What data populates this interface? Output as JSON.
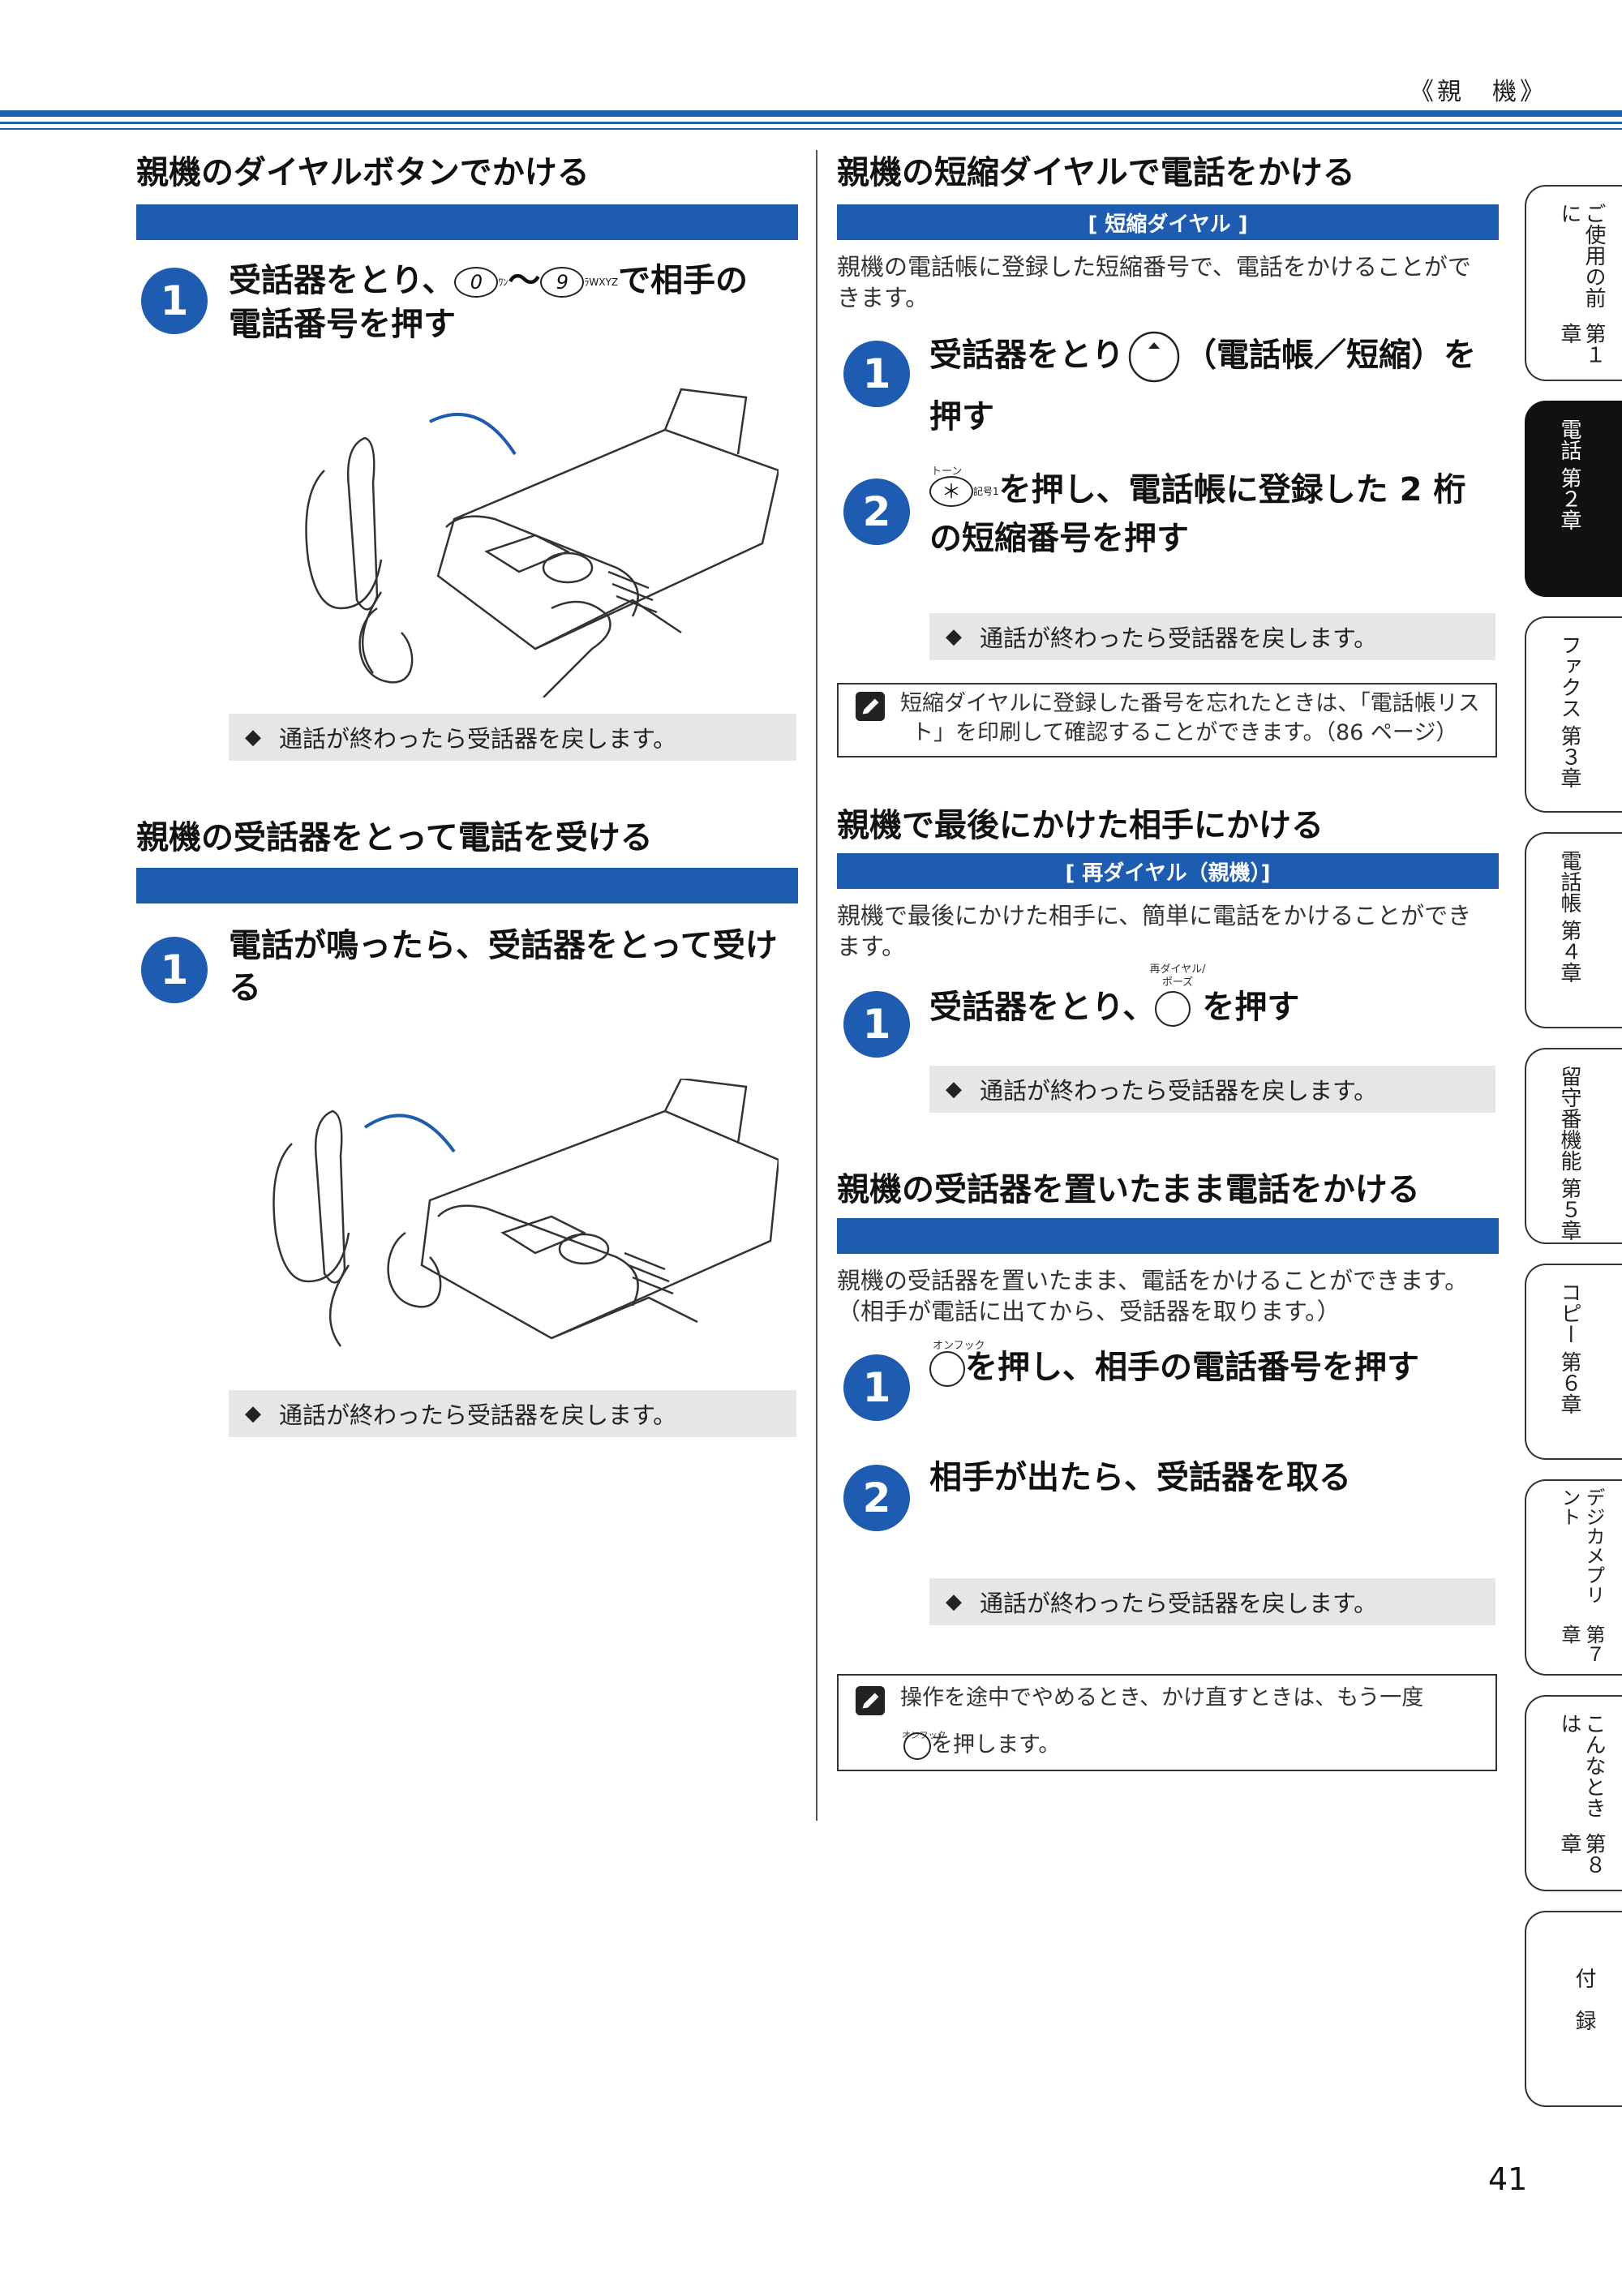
{
  "header": {
    "title": "《親　機》"
  },
  "left": {
    "sec1": {
      "title": "親機のダイヤルボタンでかける",
      "step1": {
        "num": "1",
        "pre": "受話器をとり、",
        "key0": "0",
        "key0_sub": "ﾜﾝ",
        "tilde": "〜",
        "key9": "9",
        "key9_sub": "ﾗWXYZ",
        "post": "で相手の",
        "line2": "電話番号を押す"
      },
      "note": "通話が終わったら受話器を戻します。"
    },
    "sec2": {
      "title": "親機の受話器をとって電話を受ける",
      "step1": {
        "num": "1",
        "line1": "電話が鳴ったら、受話器をとって受け",
        "line2": "る"
      },
      "note": "通話が終わったら受話器を戻します。"
    }
  },
  "right": {
    "sec1": {
      "title": "親機の短縮ダイヤルで電話をかける",
      "bar": "[ 短縮ダイヤル ]",
      "desc1": "親機の電話帳に登録した短縮番号で、電話をかけることがで",
      "desc2": "きます。",
      "step1": {
        "num": "1",
        "pre": "受話器をとり",
        "post": "（電話帳／短縮）を",
        "line2": "押す"
      },
      "step2": {
        "num": "2",
        "cap_top": "トーン",
        "key": "＊",
        "cap_right": "記号1",
        "post": "を押し、電話帳に登録した 2 桁",
        "line2": "の短縮番号を押す"
      },
      "note": "通話が終わったら受話器を戻します。",
      "memo1": "短縮ダイヤルに登録した番号を忘れたときは、「電話帳リス",
      "memo2": "ト」を印刷して確認することができます。（86 ページ）"
    },
    "sec2": {
      "title": "親機で最後にかけた相手にかける",
      "bar": "[ 再ダイヤル（親機）]",
      "desc1": "親機で最後にかけた相手に、簡単に電話をかけることができ",
      "desc2": "ます。",
      "step1": {
        "num": "1",
        "cap": "再ダイヤル/ポーズ",
        "pre": "受話器をとり、",
        "post": "を押す"
      },
      "note": "通話が終わったら受話器を戻します。"
    },
    "sec3": {
      "title": "親機の受話器を置いたまま電話をかける",
      "desc1": "親機の受話器を置いたまま、電話をかけることができます。",
      "desc2": "（相手が電話に出てから、受話器を取ります。）",
      "step1": {
        "num": "1",
        "cap": "オンフック",
        "post": "を押し、相手の電話番号を押す"
      },
      "step2": {
        "num": "2",
        "text": "相手が出たら、受話器を取る"
      },
      "note": "通話が終わったら受話器を戻します。",
      "memo1": "操作を途中でやめるとき、かけ直すときは、もう一度",
      "memo_cap": "オンフック",
      "memo2": "を押します。"
    }
  },
  "tabs": [
    {
      "l1": "第１章",
      "l2": "ご使用の前に"
    },
    {
      "l1": "第２章",
      "l2": "電話"
    },
    {
      "l1": "第３章",
      "l2": "ファクス"
    },
    {
      "l1": "第４章",
      "l2": "電話帳"
    },
    {
      "l1": "第５章",
      "l2": "留守番機能"
    },
    {
      "l1": "第６章",
      "l2": "コピー"
    },
    {
      "l1": "第７章",
      "l2": "デジカメプリント"
    },
    {
      "l1": "第８章",
      "l2": "こんなときは"
    },
    {
      "l1": "付　録",
      "l2": ""
    }
  ],
  "page_number": "41",
  "colors": {
    "accent": "#1d5cb0",
    "note_bg": "#e6e6e6"
  }
}
